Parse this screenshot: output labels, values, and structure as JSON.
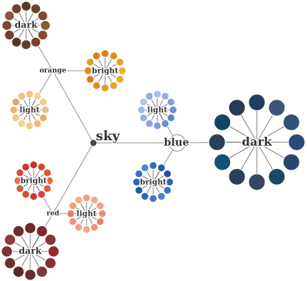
{
  "root": {
    "label": "sky"
  },
  "branches": [
    {
      "key": "blue",
      "label": "blue",
      "groups": [
        {
          "key": "blue-light",
          "label": "light",
          "colors": [
            "#a6bde6",
            "#8fb0e2",
            "#7fa1dc",
            "#6d93d6",
            "#5b86cf",
            "#6a90d5",
            "#7b9cda",
            "#8aa6dd",
            "#99b1e1",
            "#a3b9e4",
            "#b1c4e8",
            "#93acdf"
          ]
        },
        {
          "key": "blue-bright",
          "label": "bright",
          "colors": [
            "#2f6bc0",
            "#1f5cb4",
            "#1e56ab",
            "#2c64bc",
            "#3a74c8",
            "#4a83cf",
            "#3f79c9",
            "#2e66b8",
            "#1d58ad",
            "#2a62b6",
            "#3a70c2",
            "#4d86d2"
          ]
        },
        {
          "key": "blue-dark",
          "label": "dark",
          "colors": [
            "#1f3f5f",
            "#3e5676",
            "#365178",
            "#2d4a7a",
            "#2a4470",
            "#174a68",
            "#364563",
            "#2c3f5a",
            "#155170",
            "#294058",
            "#0d4763",
            "#263a52"
          ]
        }
      ]
    },
    {
      "key": "orange",
      "label": "orange",
      "groups": [
        {
          "key": "orange-bright",
          "label": "bright",
          "colors": [
            "#e07a12",
            "#e58c17",
            "#efa11f",
            "#f2b11c",
            "#edac20",
            "#e9a329",
            "#e59a22",
            "#dc8a1a",
            "#d97a14",
            "#e08a1e",
            "#e69a28",
            "#de7a10"
          ]
        },
        {
          "key": "orange-light",
          "label": "light",
          "colors": [
            "#f2c48a",
            "#f6d18f",
            "#f7c98a",
            "#f1bd80",
            "#eda76c",
            "#f3b773",
            "#f7cc7e",
            "#f3d38c",
            "#f0c98a",
            "#ecb57a",
            "#e7a36a",
            "#f1c182"
          ]
        },
        {
          "key": "orange-dark",
          "label": "dark",
          "colors": [
            "#5d3b2a",
            "#6a4434",
            "#7b4a35",
            "#8b5a2a",
            "#8a4a2a",
            "#7a3e2e",
            "#6a3a2a",
            "#5a3428",
            "#6e4030",
            "#7c4836",
            "#8a5840",
            "#6a4232"
          ]
        }
      ]
    },
    {
      "key": "red",
      "label": "red",
      "groups": [
        {
          "key": "red-bright",
          "label": "bright",
          "colors": [
            "#c8321a",
            "#d44a22",
            "#e0582a",
            "#e86a3a",
            "#e35a40",
            "#d94438",
            "#c83a30",
            "#d05030",
            "#dc5a3c",
            "#e46e48",
            "#d8483a",
            "#c43a28"
          ]
        },
        {
          "key": "red-light",
          "label": "light",
          "colors": [
            "#f0a080",
            "#f2ab8a",
            "#eea080",
            "#e98f72",
            "#e6806a",
            "#ee9478",
            "#f3a98a",
            "#f0a486",
            "#ea967a",
            "#e48068",
            "#ef9c80",
            "#f2a98c"
          ]
        },
        {
          "key": "red-dark",
          "label": "dark",
          "colors": [
            "#6a2a2a",
            "#7a2e2e",
            "#8a3236",
            "#9a2a2a",
            "#8a2e34",
            "#7a3a3a",
            "#6a2c2c",
            "#5a2828",
            "#6e3030",
            "#7e3232",
            "#8e3a3a",
            "#6a2e2e"
          ]
        }
      ]
    }
  ]
}
